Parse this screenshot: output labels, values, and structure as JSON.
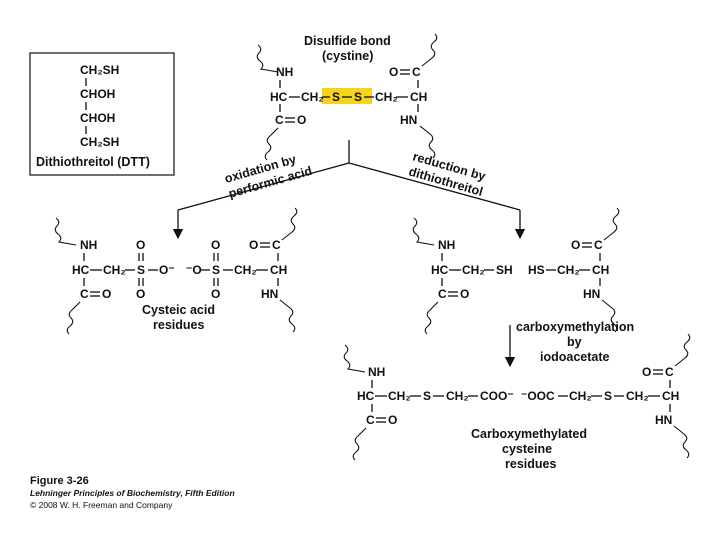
{
  "dtt_box": {
    "line1": "CH₂SH",
    "line2": "CHOH",
    "line3": "CHOH",
    "line4": "CH₂SH",
    "name": "Dithiothreitol (DTT)"
  },
  "top": {
    "title_line1": "Disulfide bond",
    "title_line2": "(cystine)",
    "nh": "NH",
    "hc": "HC",
    "ch2_left": "CH₂",
    "s1": "S",
    "s2": "S",
    "ch2_right": "CH₂",
    "ch": "CH",
    "co_left": "C",
    "o_left": "O",
    "o_right": "O",
    "c_right": "C",
    "hn": "HN",
    "highlight_color": "#f7d21e"
  },
  "arrows": {
    "left_label_line1": "oxidation by",
    "left_label_line2": "performic acid",
    "right_label_line1": "reduction by",
    "right_label_line2": "dithiothreitol",
    "carboxy_line1": "carboxymethylation",
    "carboxy_line2": "by",
    "carboxy_line3": "iodoacetate"
  },
  "cysteic": {
    "nh": "NH",
    "hc": "HC",
    "ch2": "CH₂",
    "s_left": "S",
    "o_minus_left": "O⁻",
    "o_minus_right": "⁻O",
    "s_right": "S",
    "ch2_right": "CH₂",
    "ch": "CH",
    "o": "O",
    "co": "C",
    "hn": "HN",
    "label_line1": "Cysteic acid",
    "label_line2": "residues"
  },
  "reduced": {
    "nh": "NH",
    "hc": "HC",
    "ch2": "CH₂",
    "sh": "SH",
    "hs": "HS",
    "ch2_right": "CH₂",
    "ch": "CH",
    "o": "O",
    "c": "C",
    "hn": "HN"
  },
  "carboxy": {
    "nh": "NH",
    "hc": "HC",
    "ch2a": "CH₂",
    "s_left": "S",
    "ch2b": "CH₂",
    "coo": "COO⁻",
    "ooc": "⁻OOC",
    "ch2c": "CH₂",
    "s_right": "S",
    "ch2d": "CH₂",
    "ch": "CH",
    "o": "O",
    "c": "C",
    "hn": "HN",
    "label_line1": "Carboxymethylated",
    "label_line2": "cysteine",
    "label_line3": "residues"
  },
  "caption": {
    "figure": "Figure 3-26",
    "book": "Lehninger Principles of Biochemistry, Fifth Edition",
    "copyright": "© 2008 W. H. Freeman and Company"
  }
}
